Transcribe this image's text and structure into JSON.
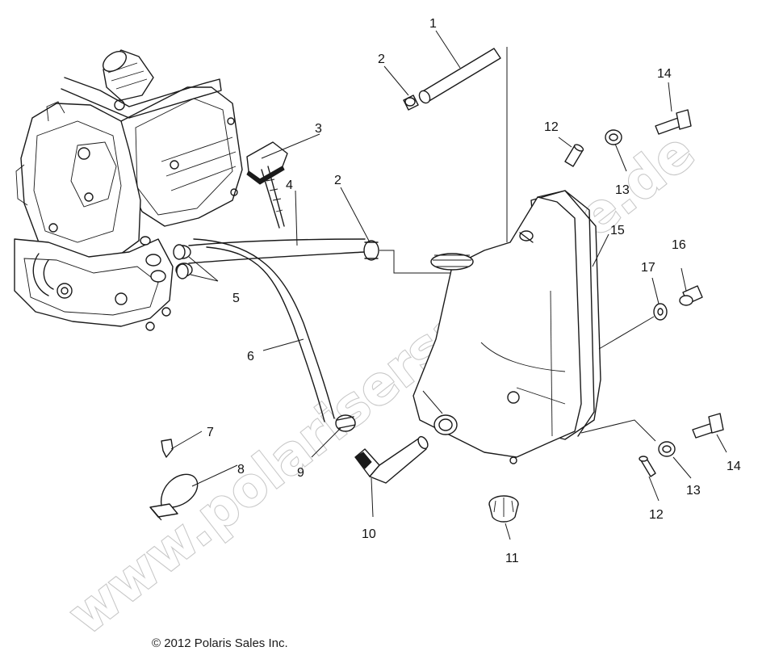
{
  "watermark": "www.polarisersatzteile.de",
  "copyright": "© 2012 Polaris Sales Inc.",
  "callouts": {
    "c1": "1",
    "c2a": "2",
    "c2b": "2",
    "c3": "3",
    "c4": "4",
    "c5": "5",
    "c6": "6",
    "c7": "7",
    "c8": "8",
    "c9": "9",
    "c10": "10",
    "c11": "11",
    "c12a": "12",
    "c12b": "12",
    "c13a": "13",
    "c13b": "13",
    "c14a": "14",
    "c14b": "14",
    "c15": "15",
    "c16": "16",
    "c17": "17"
  }
}
